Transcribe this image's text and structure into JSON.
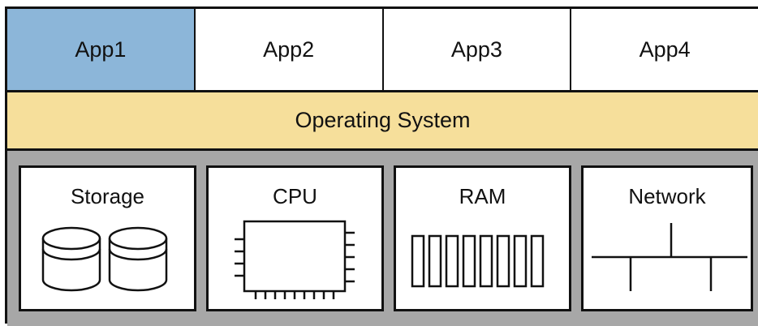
{
  "apps": [
    {
      "label": "App1",
      "active": true
    },
    {
      "label": "App2",
      "active": false
    },
    {
      "label": "App3",
      "active": false
    },
    {
      "label": "App4",
      "active": false
    }
  ],
  "os": {
    "label": "Operating System"
  },
  "hardware": [
    {
      "label": "Storage",
      "icon": "storage-icon"
    },
    {
      "label": "CPU",
      "icon": "cpu-icon"
    },
    {
      "label": "RAM",
      "icon": "ram-icon"
    },
    {
      "label": "Network",
      "icon": "network-icon"
    }
  ],
  "colors": {
    "active_app": "#8cb6d9",
    "os_bar": "#f6df9b",
    "hardware_background": "#a7a7a7"
  }
}
